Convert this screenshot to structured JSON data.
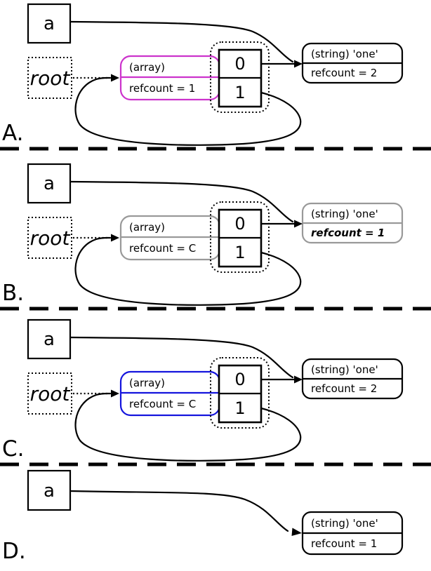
{
  "panels": [
    {
      "label": "A.",
      "variable": "a",
      "root": "root",
      "array_box": {
        "type": "(array)",
        "refcount": "refcount = 1",
        "color": "#cc33cc"
      },
      "cells": [
        "0",
        "1"
      ],
      "string_box": {
        "type": "(string) 'one'",
        "refcount": "refcount = 2",
        "color": "#000000"
      }
    },
    {
      "label": "B.",
      "variable": "a",
      "root": "root",
      "array_box": {
        "type": "(array)",
        "refcount": "refcount = C",
        "color": "#999999"
      },
      "cells": [
        "0",
        "1"
      ],
      "string_box": {
        "type": "(string) 'one'",
        "refcount": "refcount = 1",
        "color": "#999999"
      }
    },
    {
      "label": "C.",
      "variable": "a",
      "root": "root",
      "array_box": {
        "type": "(array)",
        "refcount": "refcount = C",
        "color": "#1414dd"
      },
      "cells": [
        "0",
        "1"
      ],
      "string_box": {
        "type": "(string) 'one'",
        "refcount": "refcount = 2",
        "color": "#000000"
      }
    },
    {
      "label": "D.",
      "variable": "a",
      "string_box": {
        "type": "(string) 'one'",
        "refcount": "refcount = 1",
        "color": "#000000"
      }
    }
  ]
}
